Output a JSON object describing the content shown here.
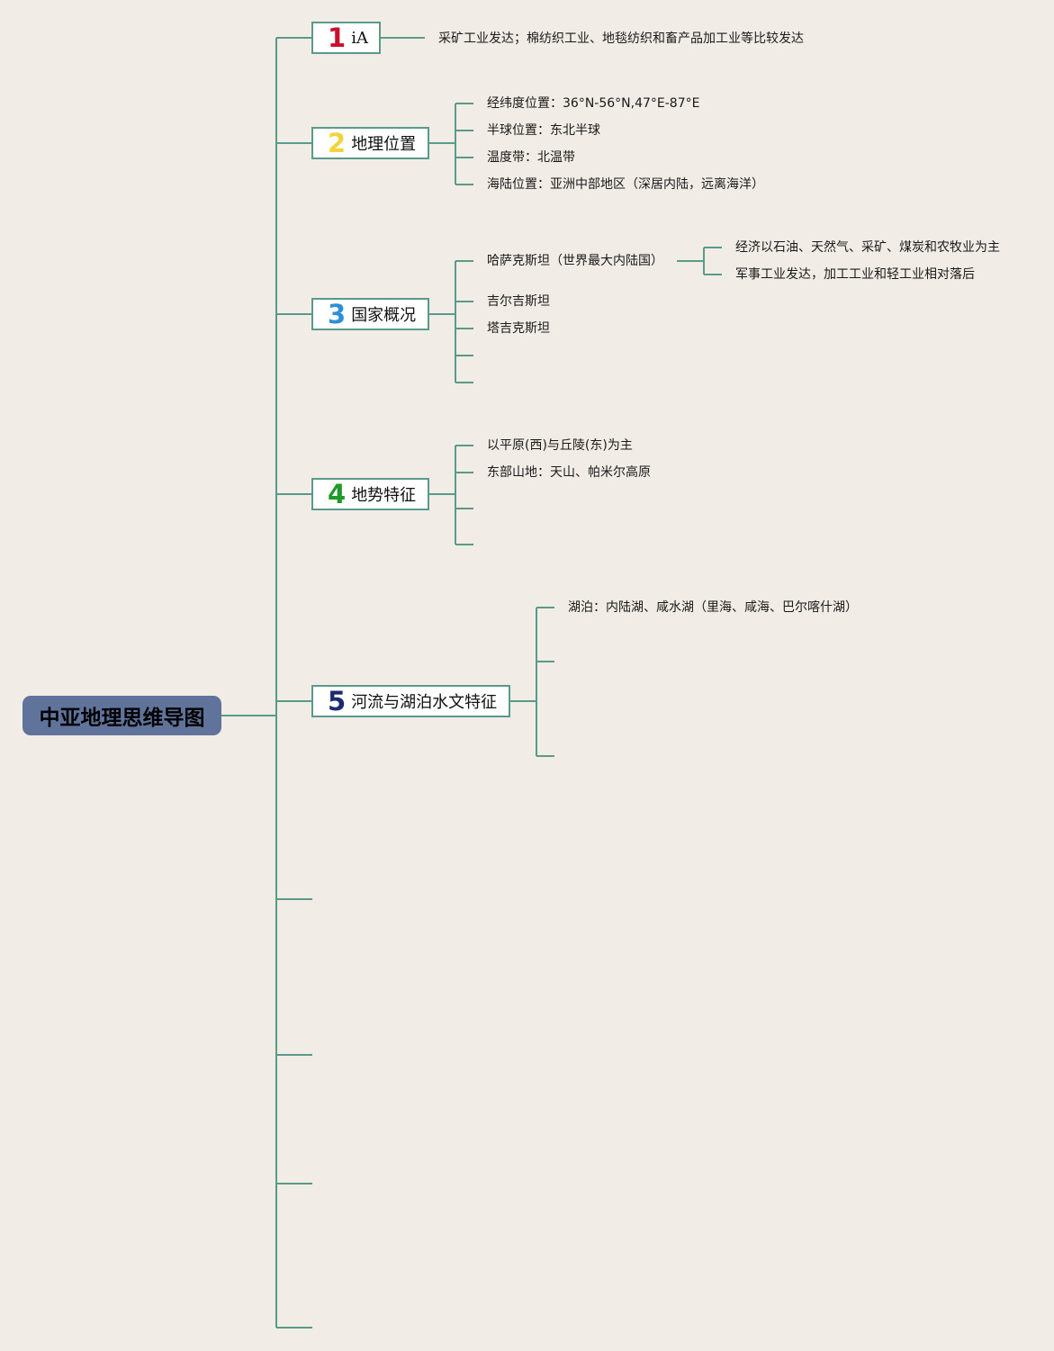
{
  "root": {
    "label": "中亚地理思维导图"
  },
  "colors": {
    "line": "#5a9a8a",
    "root_bg": "#5f739b",
    "background": "#f1ece6"
  },
  "branches": [
    {
      "num": "1",
      "label": "iA",
      "num_color": "#c8102e",
      "items": [
        "采矿工业发达；棉纺织工业、地毯纺织和畜产品加工业等比较发达"
      ]
    },
    {
      "num": "2",
      "label": "地理位置",
      "num_color": "#f2d43a",
      "items": [
        "经纬度位置：36°N-56°N,47°E-87°E",
        "半球位置：东北半球",
        "温度带：北温带",
        "海陆位置：亚洲中部地区（深居内陆，远离海洋）"
      ]
    },
    {
      "num": "3",
      "label": "国家概况",
      "num_color": "#2f8fd6",
      "items": [
        "哈萨克斯坦（世界最大内陆国）",
        "吉尔吉斯坦",
        "塔吉克斯坦"
      ],
      "sub_items": [
        "经济以石油、天然气、采矿、煤炭和农牧业为主",
        "军事工业发达，加工工业和轻工业相对落后"
      ]
    },
    {
      "num": "4",
      "label": "地势特征",
      "num_color": "#1f9a2a",
      "items": [
        "以平原(西)与丘陵(东)为主",
        "东部山地：天山、帕米尔高原"
      ]
    },
    {
      "num": "5",
      "label": "河流与湖泊水文特征",
      "num_color": "#1c2a6e",
      "items": [
        "湖泊：内陆湖、咸水湖（里海、咸海、巴尔喀什湖）"
      ]
    }
  ]
}
